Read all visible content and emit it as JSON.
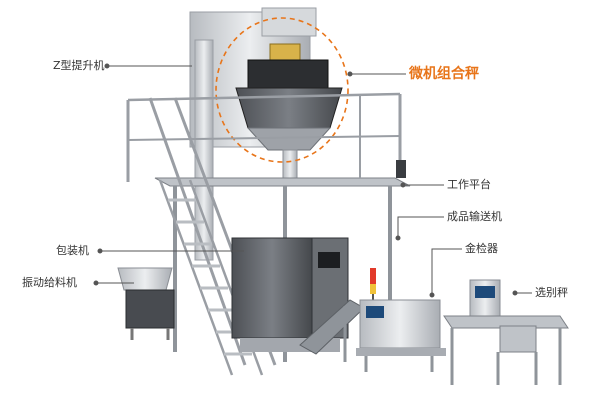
{
  "labels": {
    "z_elevator": "Z型提升机",
    "multihead_weigher": "微机组合秤",
    "work_platform": "工作平台",
    "output_conveyor": "成品输送机",
    "packaging_machine": "包装机",
    "metal_detector": "金检器",
    "vibrating_feeder": "振动给料机",
    "check_weigher": "选别秤"
  },
  "colors": {
    "highlight": "#e8751a",
    "leader": "#555555",
    "steel": "#c9ccd0",
    "steel_dark": "#8f949a"
  }
}
